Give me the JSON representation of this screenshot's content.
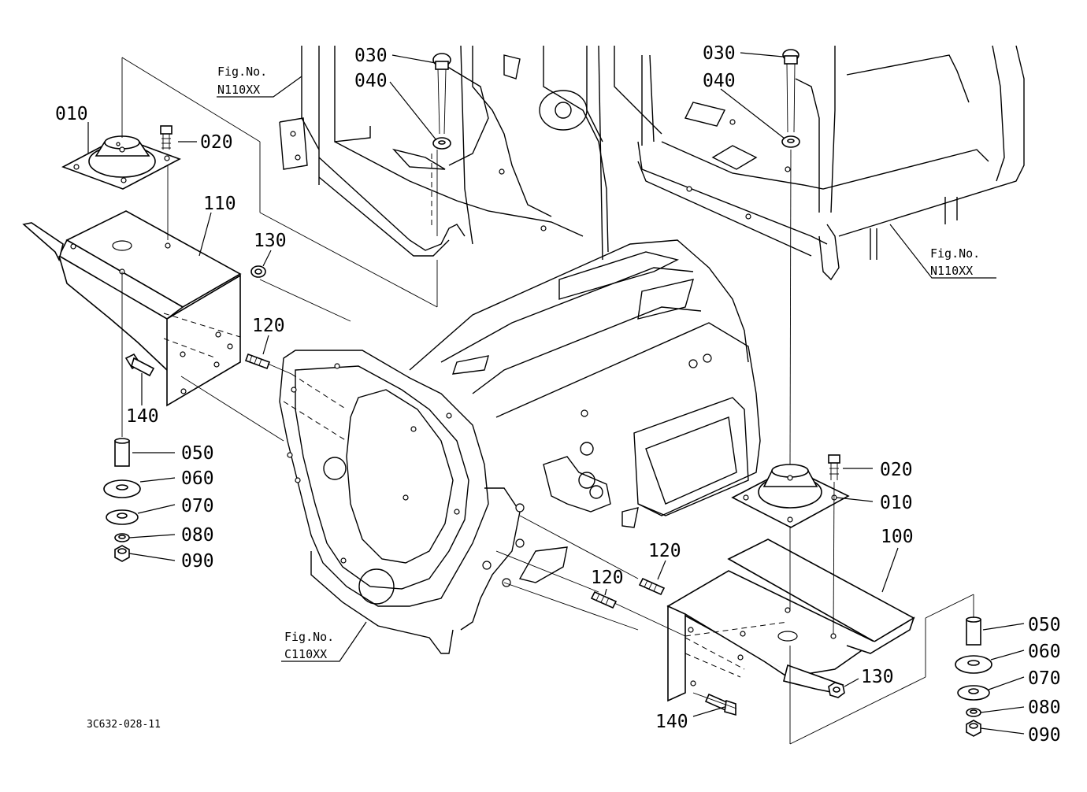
{
  "diagram": {
    "drawing_code": "3C632-028-11",
    "figure_refs": [
      {
        "fig_label": "Fig.No.",
        "fig_number": "N110XX"
      },
      {
        "fig_label": "Fig.No.",
        "fig_number": "N110XX"
      },
      {
        "fig_label": "Fig.No.",
        "fig_number": "C110XX"
      }
    ],
    "callouts": [
      "010",
      "020",
      "030",
      "040",
      "110",
      "130",
      "120",
      "140",
      "050",
      "060",
      "070",
      "080",
      "090",
      "030",
      "040",
      "020",
      "010",
      "100",
      "120",
      "120",
      "130",
      "140",
      "050",
      "060",
      "070",
      "080",
      "090"
    ]
  }
}
